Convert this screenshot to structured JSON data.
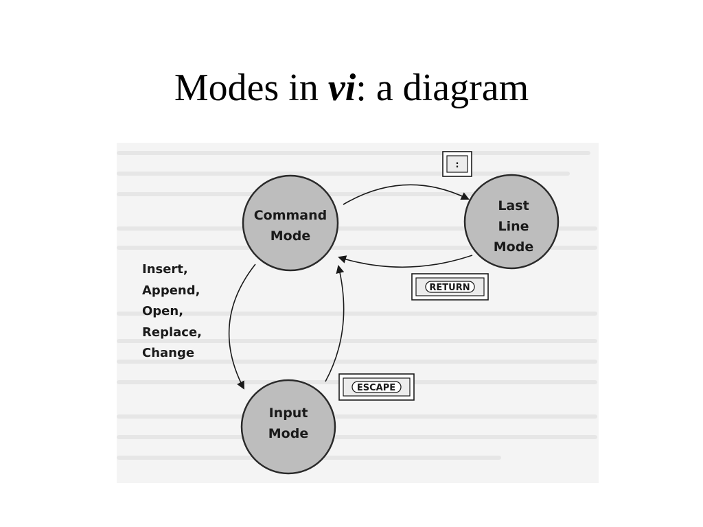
{
  "title": {
    "prefix": "Modes in ",
    "emphasis": "vi",
    "suffix": ": a diagram"
  },
  "nodes": {
    "command": {
      "line1": "Command",
      "line2": "Mode"
    },
    "last_line": {
      "line1": "Last",
      "line2": "Line",
      "line3": "Mode"
    },
    "input": {
      "line1": "Input",
      "line2": "Mode"
    }
  },
  "keys": {
    "colon": ":",
    "return": "RETURN",
    "escape": "ESCAPE"
  },
  "input_commands": [
    "Insert,",
    "Append,",
    "Open,",
    "Replace,",
    "Change"
  ],
  "colors": {
    "node_fill": "#bdbdbd",
    "node_stroke": "#2a2a2a",
    "scan_background": "#f4f4f4",
    "ink": "#1a1a1a"
  }
}
